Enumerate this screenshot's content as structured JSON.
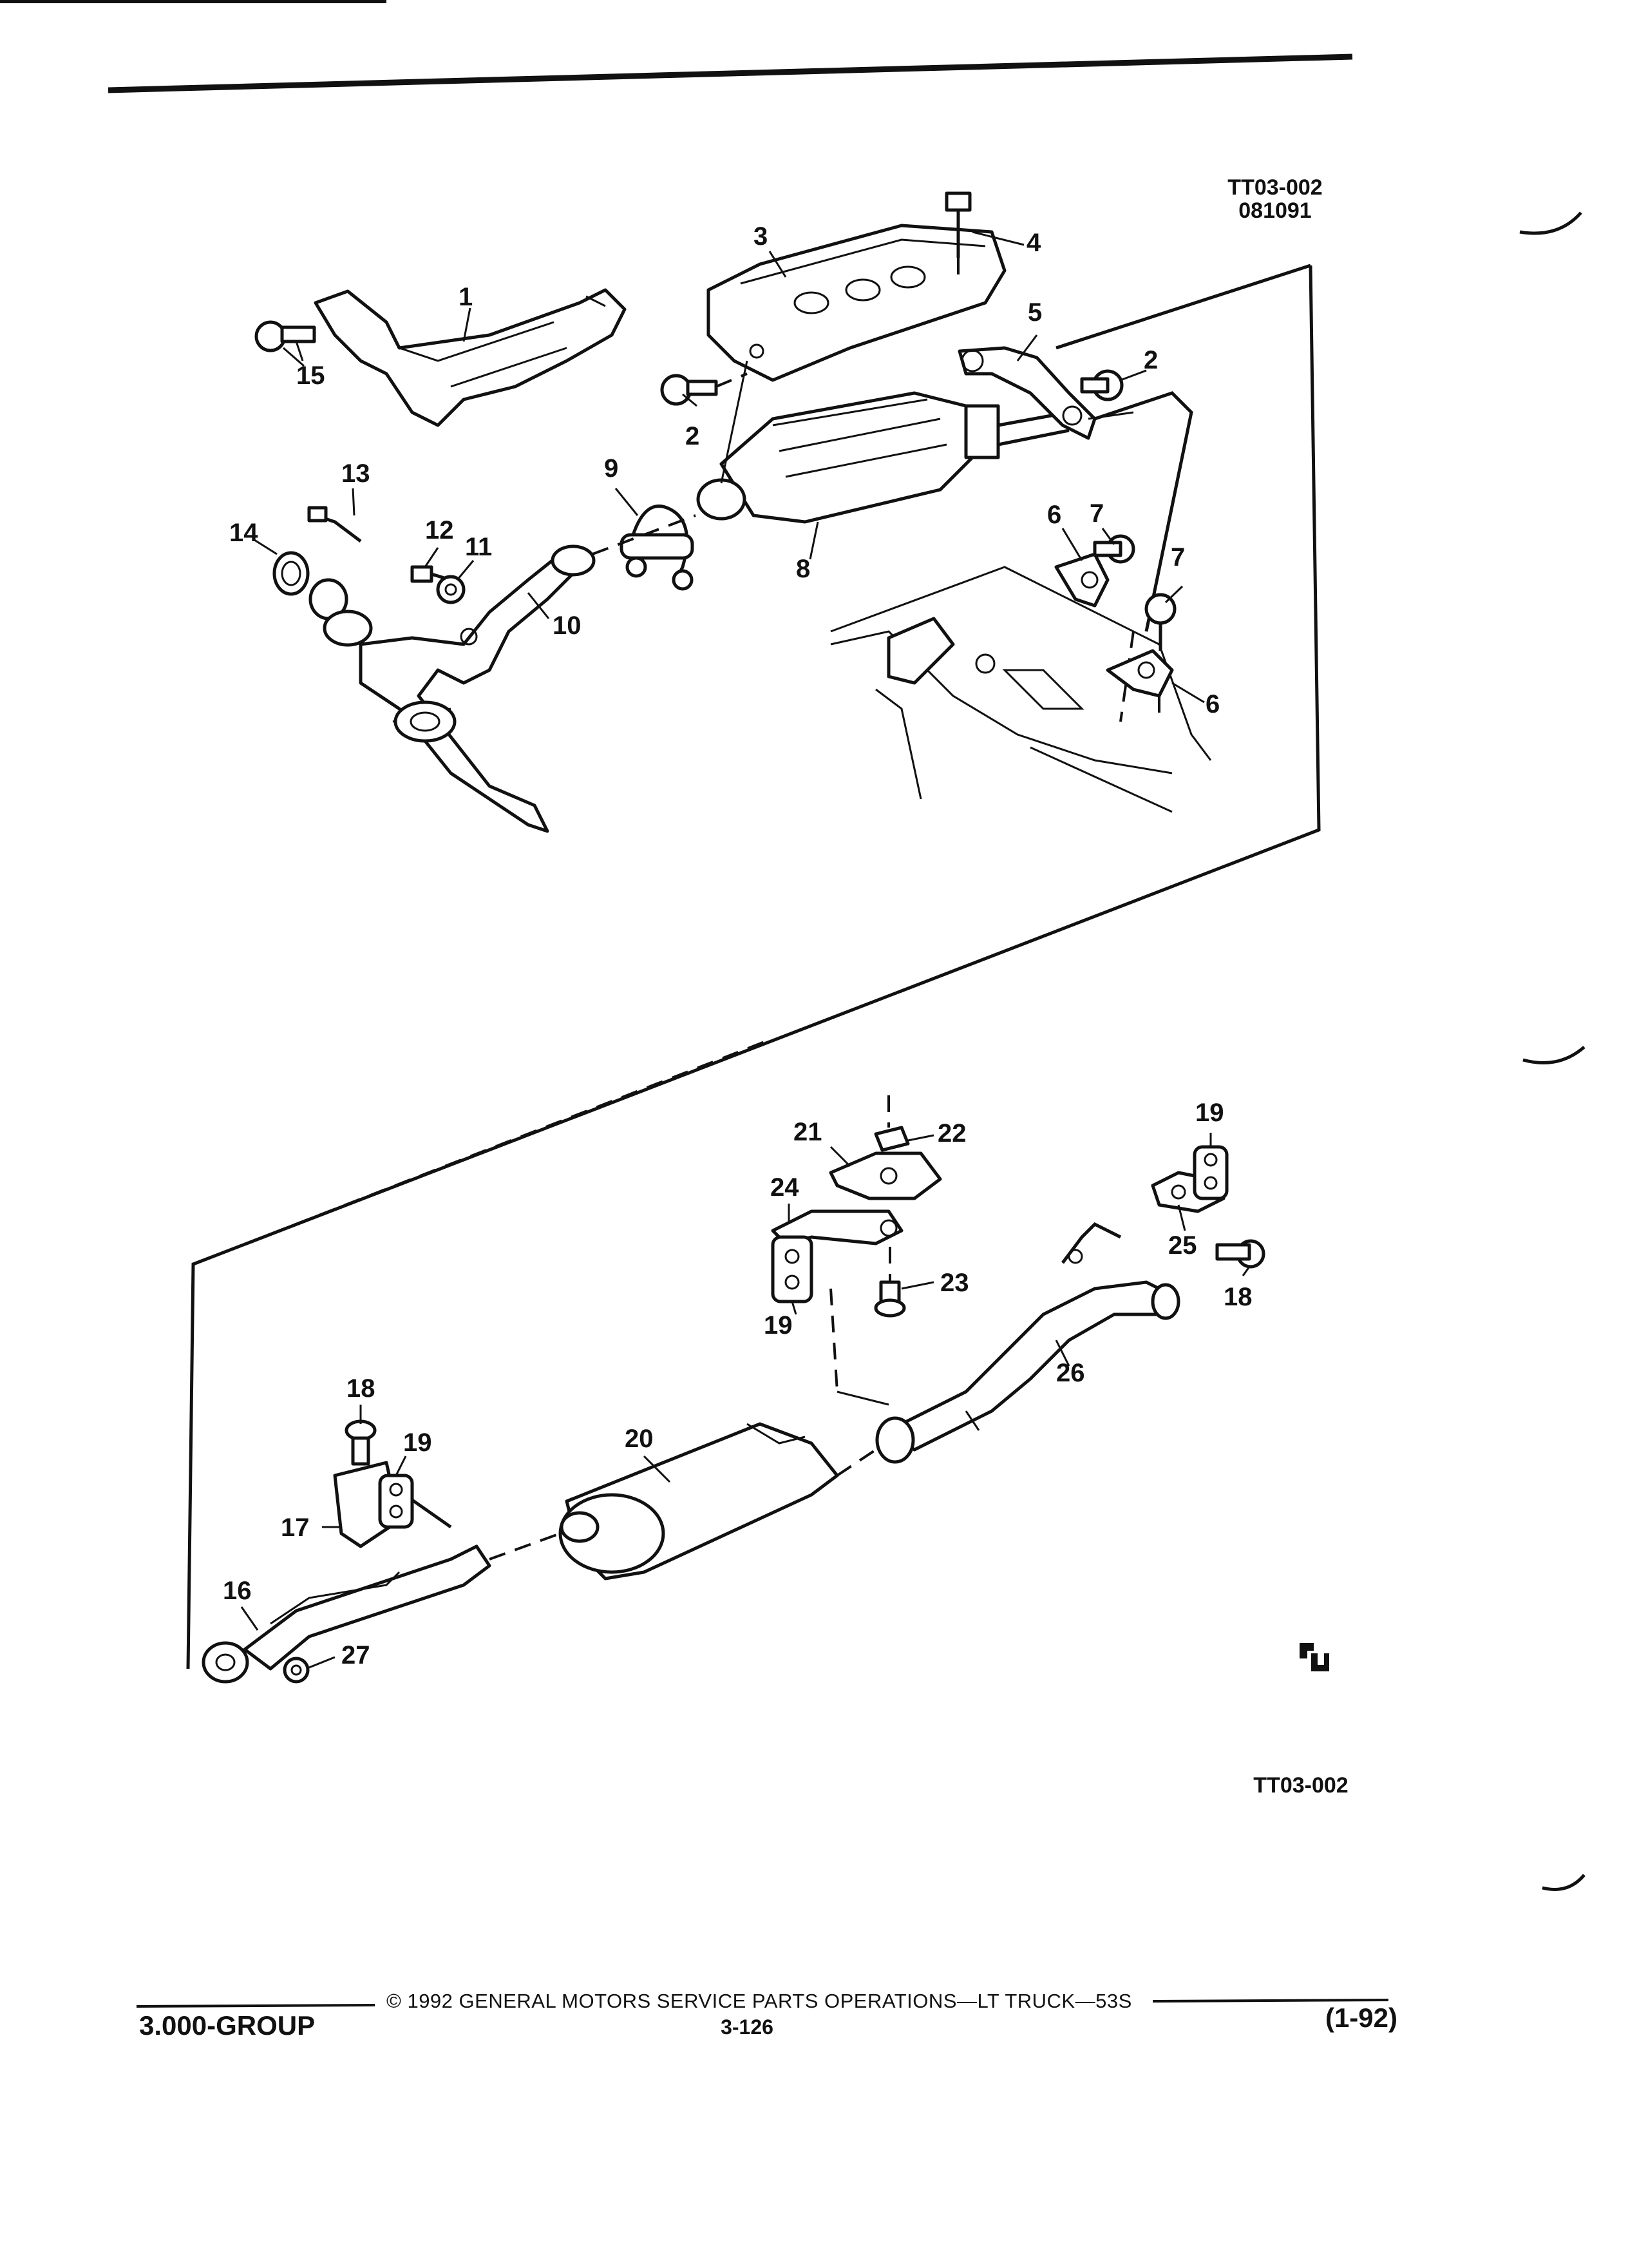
{
  "header": {
    "code": "TT03-002",
    "date_code": "081091"
  },
  "figure_code_bottom": "TT03-002",
  "logo_text": "ᕵ",
  "callouts": [
    "1",
    "2",
    "2",
    "3",
    "4",
    "5",
    "6",
    "6",
    "7",
    "7",
    "8",
    "9",
    "10",
    "11",
    "12",
    "13",
    "14",
    "15",
    "16",
    "17",
    "18",
    "18",
    "19",
    "19",
    "19",
    "20",
    "21",
    "22",
    "23",
    "24",
    "25",
    "26",
    "27"
  ],
  "footer": {
    "copyright": "© 1992 GENERAL MOTORS SERVICE PARTS OPERATIONS—LT TRUCK—53S",
    "page": "3-126",
    "group": "3.000-GROUP",
    "revision": "(1-92)"
  }
}
